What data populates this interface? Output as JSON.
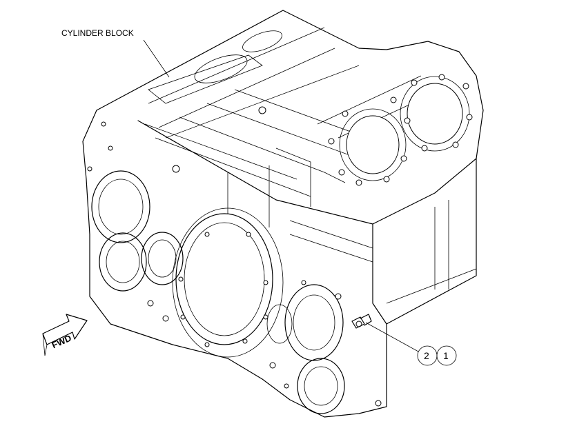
{
  "labels": {
    "cylinder_block": "CYLINDER BLOCK",
    "forward_arrow": "FWD"
  },
  "callouts": [
    {
      "number": "2"
    },
    {
      "number": "1"
    }
  ]
}
